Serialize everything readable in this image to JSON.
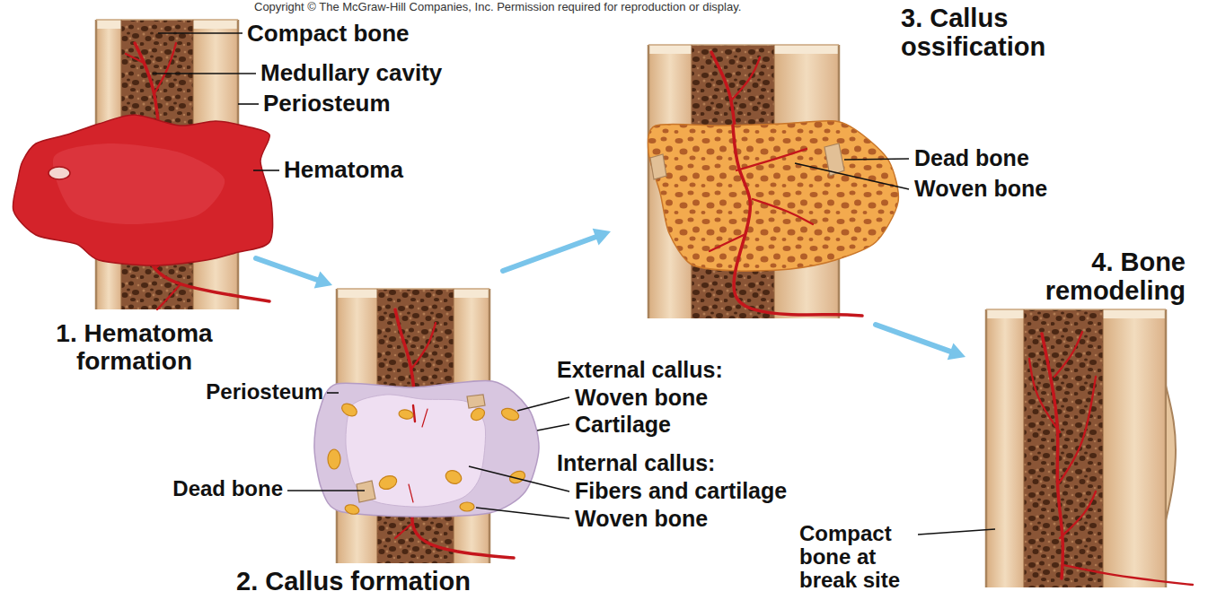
{
  "diagram": {
    "labels": [
      "Copyright © The McGraw-Hill Companies, Inc. Permission required for reproduction or display.",
      "Compact bone",
      "Medullary cavity",
      "Periosteum",
      "Hematoma",
      "1. Hematoma formation",
      "Periosteum",
      "Dead bone",
      "External callus:",
      "Woven bone",
      "Cartilage",
      "Internal callus:",
      "Fibers and cartilage",
      "Woven bone",
      "2. Callus formation",
      "3. Callus ossification",
      "Dead bone",
      "Woven bone",
      "4. Bone remodeling",
      "Compact bone at break site"
    ]
  }
}
